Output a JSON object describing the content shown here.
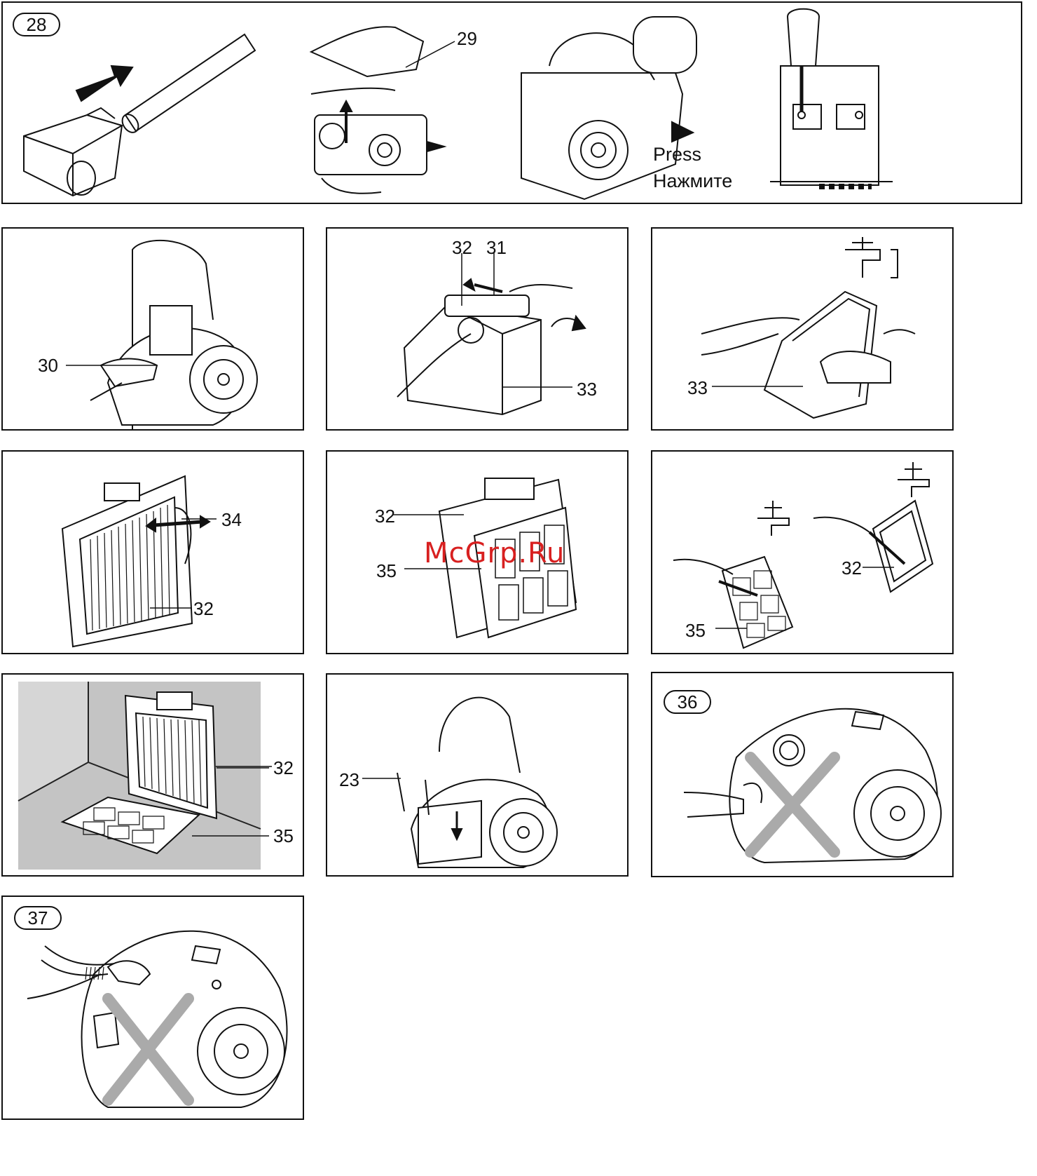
{
  "steps": {
    "s28": "28",
    "s36": "36",
    "s37": "37"
  },
  "press": {
    "en": "Press",
    "ru": "Нажмите"
  },
  "labels": {
    "p29": "29",
    "p30": "30",
    "p31": "31",
    "p32a": "32",
    "p33a": "33",
    "p33b": "33",
    "p34": "34",
    "p32b": "32",
    "p32c": "32",
    "p35a": "35",
    "p32d": "32",
    "p35b": "35",
    "p32e": "32",
    "p35c": "35",
    "p23": "23"
  },
  "watermark": "McGrp.Ru"
}
